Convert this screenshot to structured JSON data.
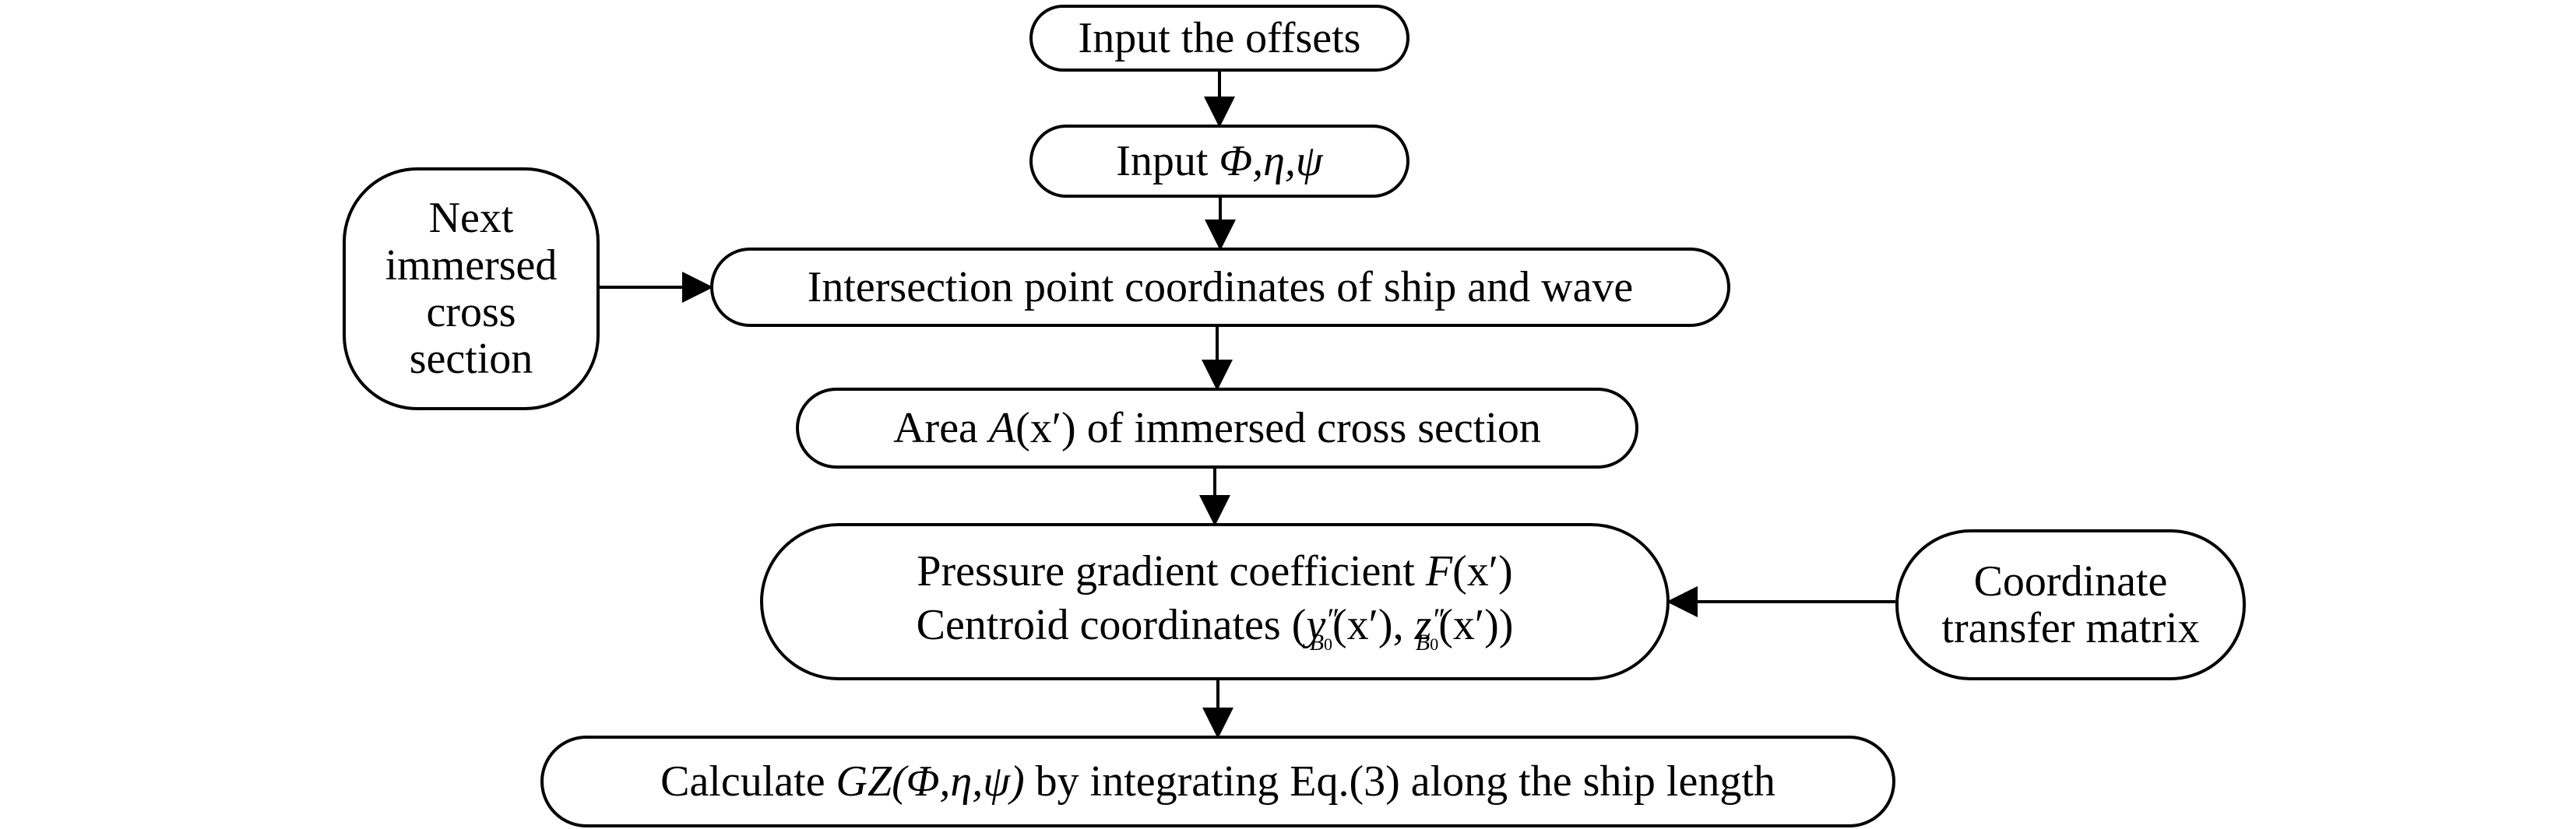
{
  "nodes": {
    "input_offsets": {
      "text": "Input the offsets"
    },
    "input_angles": {
      "prefix": "Input ",
      "vars": "Φ,η,ψ"
    },
    "intersection": {
      "text": "Intersection point coordinates of ship and wave"
    },
    "next_section": {
      "lines": [
        "Next",
        "immersed",
        "cross",
        "section"
      ]
    },
    "area": {
      "prefix": "Area ",
      "func": "A",
      "arg": "(x′)",
      "suffix": " of immersed cross section"
    },
    "pressure": {
      "line1_prefix": "Pressure gradient coefficient ",
      "line1_func": "F",
      "line1_arg": "(x′)",
      "line2_prefix": "Centroid coordinates (",
      "line2_y": "y",
      "line2_z": "z",
      "line2_primes": "′′",
      "line2_sub_base": "B",
      "line2_sub_index": "0",
      "line2_arg": "(x′)",
      "line2_sep": ", ",
      "line2_suffix": ")"
    },
    "coord_transfer": {
      "lines": [
        "Coordinate",
        "transfer matrix"
      ]
    },
    "calculate": {
      "prefix": "Calculate ",
      "func": "GZ",
      "args": "(Φ,η,ψ)",
      "suffix": " by integrating Eq.(3) along the ship length"
    }
  },
  "edges": [
    {
      "from": "input_offsets",
      "to": "input_angles"
    },
    {
      "from": "input_angles",
      "to": "intersection"
    },
    {
      "from": "next_section",
      "to": "intersection"
    },
    {
      "from": "intersection",
      "to": "area"
    },
    {
      "from": "area",
      "to": "pressure"
    },
    {
      "from": "coord_transfer",
      "to": "pressure"
    },
    {
      "from": "pressure",
      "to": "calculate"
    }
  ],
  "colors": {
    "stroke": "#000000",
    "background": "#ffffff"
  }
}
